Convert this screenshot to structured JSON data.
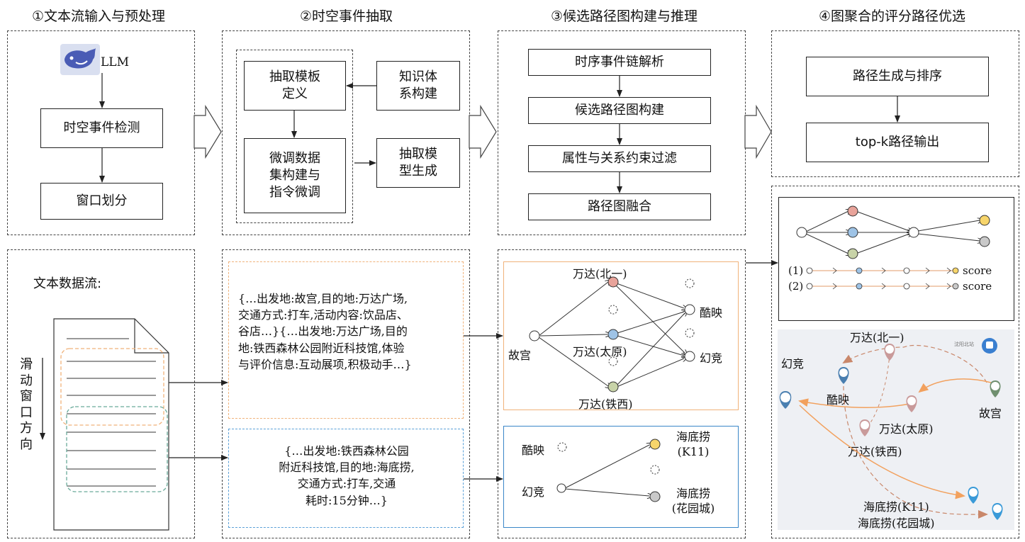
{
  "stages": [
    {
      "title": "①文本流输入与预处理",
      "logo_text": "LLM",
      "steps": [
        "时空事件检测",
        "窗口划分"
      ]
    },
    {
      "title": "②时空事件抽取",
      "template_box": "抽取模板\n定义",
      "knowledge_box": "知识体\n系构建",
      "finetune_box": "微调数据\n集构建与\n指令微调",
      "model_box": "抽取模\n型生成"
    },
    {
      "title": "③候选路径图构建与推理",
      "steps": [
        "时序事件链解析",
        "候选路径图构建",
        "属性与关系约束过滤",
        "路径图融合"
      ]
    },
    {
      "title": "④图聚合的评分路径优选",
      "steps": [
        "路径生成与排序",
        "top-k路径输出"
      ]
    }
  ],
  "text_stream": {
    "label": "文本数据流:",
    "window_label": "滑\n动\n窗\n口\n方\n向"
  },
  "samples": [
    "{…出发地:故宫,目的地:万达广场,\n交通方式:打车,活动内容:饮品店、\n谷店…}{…出发地:万达广场,目的\n地:铁西森林公园附近科技馆,体验\n与评价信息:互动展项,积极动手…}",
    "{…出发地:铁西森林公园\n附近科技馆,目的地:海底捞,\n交通方式:打车,交通\n耗时:15分钟…}"
  ],
  "graph1": {
    "nodes": [
      "万达(北一)",
      "万达(太原)",
      "万达(铁西)",
      "故宫",
      "酷映",
      "幻竞"
    ]
  },
  "graph2": {
    "nodes": [
      "酷映",
      "幻竞",
      "海底捞\n(K11)",
      "海底捞\n(花园城)"
    ]
  },
  "score_graph": {
    "paths": [
      "(1)",
      "(2)"
    ],
    "score_label": "score"
  },
  "map": {
    "labels": [
      "万达(北一)",
      "幻竞",
      "酷映",
      "万达(太原)",
      "故宫",
      "万达(铁西)",
      "海底捞(K11)",
      "海底捞(花园城)"
    ],
    "station_label": "沈阳北站"
  },
  "colors": {
    "orange": "#f2a15e",
    "red_node": "#e8a39a",
    "blue_node": "#9ec3e6",
    "green_node": "#c8d3a8",
    "yellow_node": "#f7d56b",
    "gray_node": "#c9c9c9",
    "map_bg": "#eef0f4"
  }
}
